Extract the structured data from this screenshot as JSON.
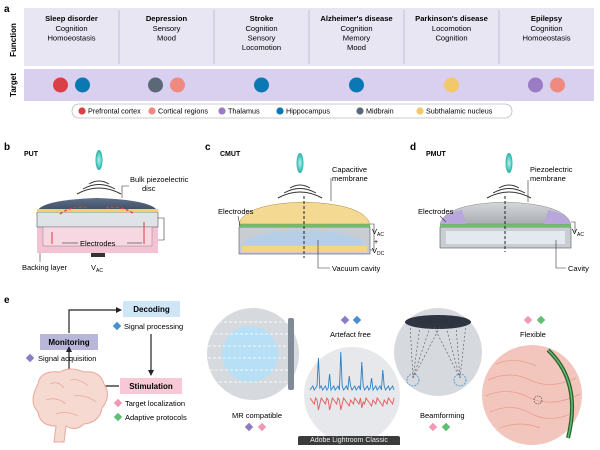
{
  "panel_a": {
    "label": "a",
    "row_labels": {
      "function": "Function",
      "target": "Target"
    },
    "diseases": [
      {
        "name": "Sleep disorder",
        "functions": [
          "Cognition",
          "Homoeostasis"
        ],
        "targets": [
          "#d94045",
          "#0b78b3"
        ]
      },
      {
        "name": "Depression",
        "functions": [
          "Sensory",
          "Mood"
        ],
        "targets": [
          "#5b6878",
          "#ef8a80"
        ]
      },
      {
        "name": "Stroke",
        "functions": [
          "Cognition",
          "Sensory",
          "Locomotion"
        ],
        "targets": [
          "#0b78b3"
        ]
      },
      {
        "name": "Alzheimer's disease",
        "functions": [
          "Cognition",
          "Memory",
          "Mood"
        ],
        "targets": [
          "#0b78b3"
        ]
      },
      {
        "name": "Parkinson's disease",
        "functions": [
          "Locomotion",
          "Cognition"
        ],
        "targets": [
          "#f2c86a"
        ]
      },
      {
        "name": "Epilepsy",
        "functions": [
          "Cognition",
          "Homoeostasis"
        ],
        "targets": [
          "#9b7cc4",
          "#ef8a80"
        ]
      }
    ],
    "legend": [
      {
        "label": "Prefrontal cortex",
        "color": "#d94045"
      },
      {
        "label": "Cortical regions",
        "color": "#ef8a80"
      },
      {
        "label": "Thalamus",
        "color": "#9b7cc4"
      },
      {
        "label": "Hippocampus",
        "color": "#0b78b3"
      },
      {
        "label": "Midbrain",
        "color": "#5b6878"
      },
      {
        "label": "Subthalamic nucleus",
        "color": "#f2c86a"
      }
    ]
  },
  "panel_b": {
    "label": "b",
    "title": "PUT",
    "labels": {
      "disc_1": "Bulk piezoelectric",
      "disc_2": "disc",
      "electrodes": "Electrodes",
      "backing": "Backing layer",
      "vac": "V",
      "vac_sub": "AC"
    }
  },
  "panel_c": {
    "label": "c",
    "title": "CMUT",
    "labels": {
      "membrane_1": "Capacitive",
      "membrane_2": "membrane",
      "electrodes": "Electrodes",
      "vac": "V",
      "vac_sub": "AC",
      "plus": "+",
      "vdc": "V",
      "vdc_sub": "DC",
      "cavity": "Vacuum cavity"
    }
  },
  "panel_d": {
    "label": "d",
    "title": "PMUT",
    "labels": {
      "membrane_1": "Piezoelectric",
      "membrane_2": "membrane",
      "electrodes": "Electrodes",
      "vac": "V",
      "vac_sub": "AC",
      "cavity": "Cavity"
    }
  },
  "panel_e": {
    "label": "e",
    "monitoring": "Monitoring",
    "signal_acquisition": "Signal acquisition",
    "decoding": "Decoding",
    "signal_processing": "Signal processing",
    "stimulation": "Stimulation",
    "target_localization": "Target localization",
    "adaptive_protocols": "Adaptive protocols",
    "mr_compatible": "MR compatible",
    "artefact_free": "Artefact free",
    "beamforming": "Beamforming",
    "flexible": "Flexible"
  },
  "overlay_bar": "Adobe Lightroom Classic",
  "colors": {
    "monitoring": "#b9b7d9",
    "decoding": "#cfe6f7",
    "stimulation": "#f7c9d6",
    "row_bg": "#e9e6f4",
    "target_bg": "#d8d0ee",
    "diamond_purple": "#8d7cc4",
    "diamond_blue": "#4a90d0",
    "diamond_pink": "#ee9ab6",
    "diamond_green": "#5fbf72"
  }
}
